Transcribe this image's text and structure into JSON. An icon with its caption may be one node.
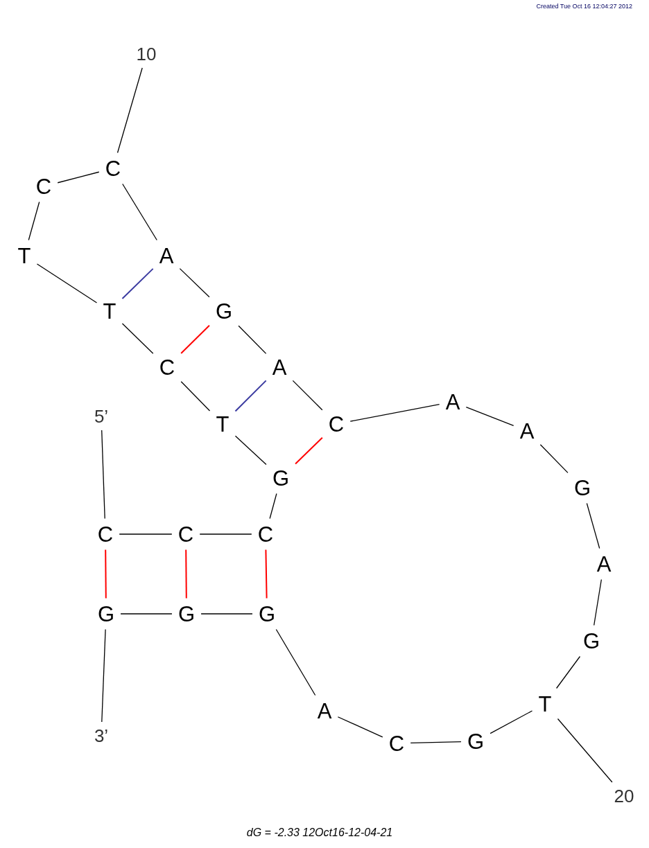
{
  "diagram": {
    "caption": "dG = -2.33 12Oct16-12-04-21",
    "nodes": [
      {
        "text": [
          "5’"
        ]
      },
      {
        "text": [
          "C"
        ]
      },
      {
        "text": [
          "C"
        ]
      },
      {
        "text": [
          "C"
        ]
      },
      {
        "text": [
          "G"
        ]
      },
      {
        "text": [
          "T"
        ]
      },
      {
        "text": [
          "C"
        ]
      },
      {
        "text": [
          "T"
        ]
      },
      {
        "text": [
          "T"
        ]
      },
      {
        "text": [
          "C"
        ]
      },
      {
        "text": [
          "C"
        ]
      },
      {
        "text": [
          "A"
        ]
      },
      {
        "text": [
          "G"
        ]
      },
      {
        "text": [
          "A"
        ]
      },
      {
        "text": [
          "C"
        ]
      },
      {
        "text": [
          "A"
        ]
      },
      {
        "text": [
          "A"
        ]
      },
      {
        "text": [
          "G"
        ]
      },
      {
        "text": [
          "A"
        ]
      },
      {
        "text": [
          "G"
        ]
      },
      {
        "text": [
          "T"
        ]
      },
      {
        "text": [
          "G"
        ]
      },
      {
        "text": [
          "C"
        ]
      },
      {
        "text": [
          "A"
        ]
      },
      {
        "text": [
          "G"
        ]
      },
      {
        "text": [
          "G"
        ]
      },
      {
        "text": [
          "G"
        ]
      },
      {
        "text": [
          "3’"
        ]
      },
      {
        "text": [
          "10"
        ]
      },
      {
        "text": [
          "20"
        ]
      }
    ],
    "edges": [
      {
        "from": 0,
        "to": 1,
        "arrow": "none"
      },
      {
        "from": 1,
        "to": 2,
        "arrow": "none"
      },
      {
        "from": 2,
        "to": 3,
        "arrow": "none"
      },
      {
        "from": 3,
        "to": 4,
        "arrow": "none"
      },
      {
        "from": 4,
        "to": 5,
        "arrow": "none"
      },
      {
        "from": 5,
        "to": 6,
        "arrow": "none"
      },
      {
        "from": 6,
        "to": 7,
        "arrow": "none"
      },
      {
        "from": 7,
        "to": 8,
        "arrow": "none"
      },
      {
        "from": 8,
        "to": 9,
        "arrow": "none"
      },
      {
        "from": 9,
        "to": 10,
        "arrow": "none"
      },
      {
        "from": 10,
        "to": 11,
        "arrow": "none"
      },
      {
        "from": 11,
        "to": 12,
        "arrow": "none"
      },
      {
        "from": 12,
        "to": 13,
        "arrow": "none"
      },
      {
        "from": 13,
        "to": 14,
        "arrow": "none"
      },
      {
        "from": 14,
        "to": 15,
        "arrow": "none"
      },
      {
        "from": 15,
        "to": 16,
        "arrow": "none"
      },
      {
        "from": 16,
        "to": 17,
        "arrow": "none"
      },
      {
        "from": 17,
        "to": 18,
        "arrow": "none"
      },
      {
        "from": 18,
        "to": 19,
        "arrow": "none"
      },
      {
        "from": 19,
        "to": 20,
        "arrow": "none"
      },
      {
        "from": 20,
        "to": 21,
        "arrow": "none"
      },
      {
        "from": 21,
        "to": 22,
        "arrow": "none"
      },
      {
        "from": 22,
        "to": 23,
        "arrow": "none"
      },
      {
        "from": 23,
        "to": 24,
        "arrow": "none"
      },
      {
        "from": 24,
        "to": 25,
        "arrow": "none"
      },
      {
        "from": 25,
        "to": 26,
        "arrow": "none"
      },
      {
        "from": 26,
        "to": 27,
        "arrow": "none"
      },
      {
        "from": 28,
        "to": 10,
        "arrow": "none"
      },
      {
        "from": 29,
        "to": 20,
        "arrow": "none"
      },
      {
        "from": 7,
        "to": 11,
        "arrow": "none",
        "color": "#3a3aa0"
      },
      {
        "from": 6,
        "to": 12,
        "arrow": "none",
        "color": "#ff0000"
      },
      {
        "from": 5,
        "to": 13,
        "arrow": "none",
        "color": "#3a3aa0"
      },
      {
        "from": 4,
        "to": 14,
        "arrow": "none",
        "color": "#ff0000"
      },
      {
        "from": 3,
        "to": 24,
        "arrow": "none",
        "color": "#ff0000"
      },
      {
        "from": 2,
        "to": 25,
        "arrow": "none",
        "color": "#ff0000"
      },
      {
        "from": 1,
        "to": 26,
        "arrow": "none",
        "color": "#ff0000"
      }
    ],
    "labels": [
      "Created Tue Oct 16 12:04:27 2012"
    ]
  }
}
